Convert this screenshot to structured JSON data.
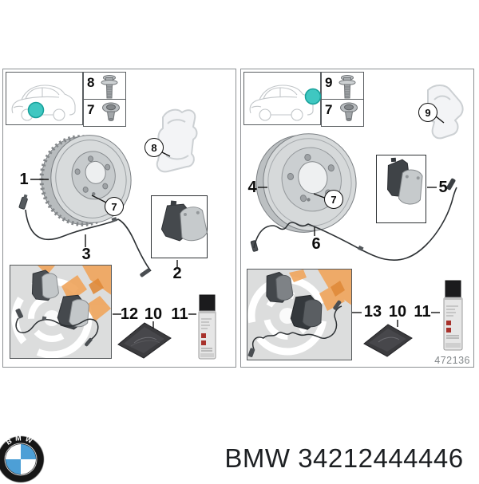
{
  "footer": {
    "caption": "BMW 34212444446",
    "logo_text": "BMW"
  },
  "left_panel": {
    "inset": {
      "top_fastener_label": "8",
      "bottom_fastener_label": "7"
    },
    "callouts": {
      "disc": "1",
      "pads": "2",
      "wear_sensor": "3",
      "carrier": "8",
      "set_screw": "7",
      "repair_kit": "12",
      "paste": "10",
      "spray": "11"
    }
  },
  "right_panel": {
    "inset": {
      "top_fastener_label": "9",
      "bottom_fastener_label": "7"
    },
    "callouts": {
      "disc": "4",
      "pads": "5",
      "wear_sensor": "6",
      "carrier": "9",
      "set_screw": "7",
      "repair_kit": "13",
      "paste": "10",
      "spray": "11"
    },
    "diagram_code": "472136"
  },
  "colors": {
    "highlight_teal": "#3fc7c1",
    "watermark_orange": "#f0a55c",
    "roundel_blue": "#4d9fd6"
  }
}
